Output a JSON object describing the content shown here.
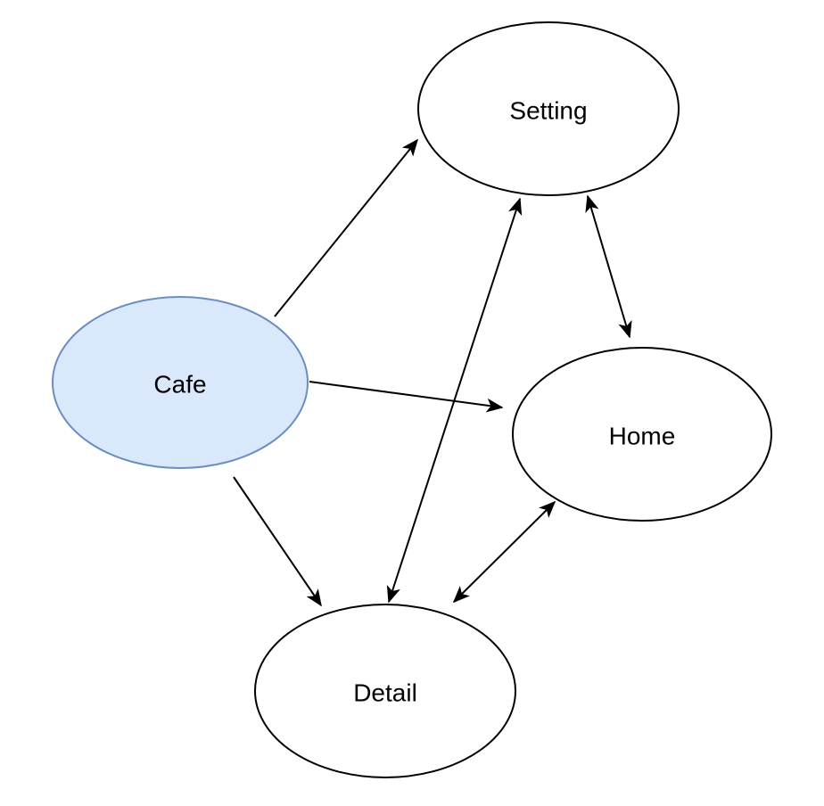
{
  "diagram": {
    "type": "directed-graph",
    "background_color": "#ffffff",
    "edge_color": "#000000",
    "nodes": [
      {
        "id": "cafe",
        "label": "Cafe",
        "shape": "ellipse",
        "fill": "#dae8fc",
        "stroke": "#6c8ebf",
        "text_color": "#000000"
      },
      {
        "id": "setting",
        "label": "Setting",
        "shape": "ellipse",
        "fill": "#ffffff",
        "stroke": "#000000",
        "text_color": "#000000"
      },
      {
        "id": "home",
        "label": "Home",
        "shape": "ellipse",
        "fill": "#ffffff",
        "stroke": "#000000",
        "text_color": "#000000"
      },
      {
        "id": "detail",
        "label": "Detail",
        "shape": "ellipse",
        "fill": "#ffffff",
        "stroke": "#000000",
        "text_color": "#000000"
      }
    ],
    "edges": [
      {
        "from": "Cafe",
        "to": "Setting",
        "arrows": "forward"
      },
      {
        "from": "Cafe",
        "to": "Home",
        "arrows": "forward"
      },
      {
        "from": "Cafe",
        "to": "Detail",
        "arrows": "forward"
      },
      {
        "from": "Detail",
        "to": "Setting",
        "arrows": "both"
      },
      {
        "from": "Setting",
        "to": "Home",
        "arrows": "both"
      },
      {
        "from": "Detail",
        "to": "Home",
        "arrows": "both"
      }
    ]
  }
}
